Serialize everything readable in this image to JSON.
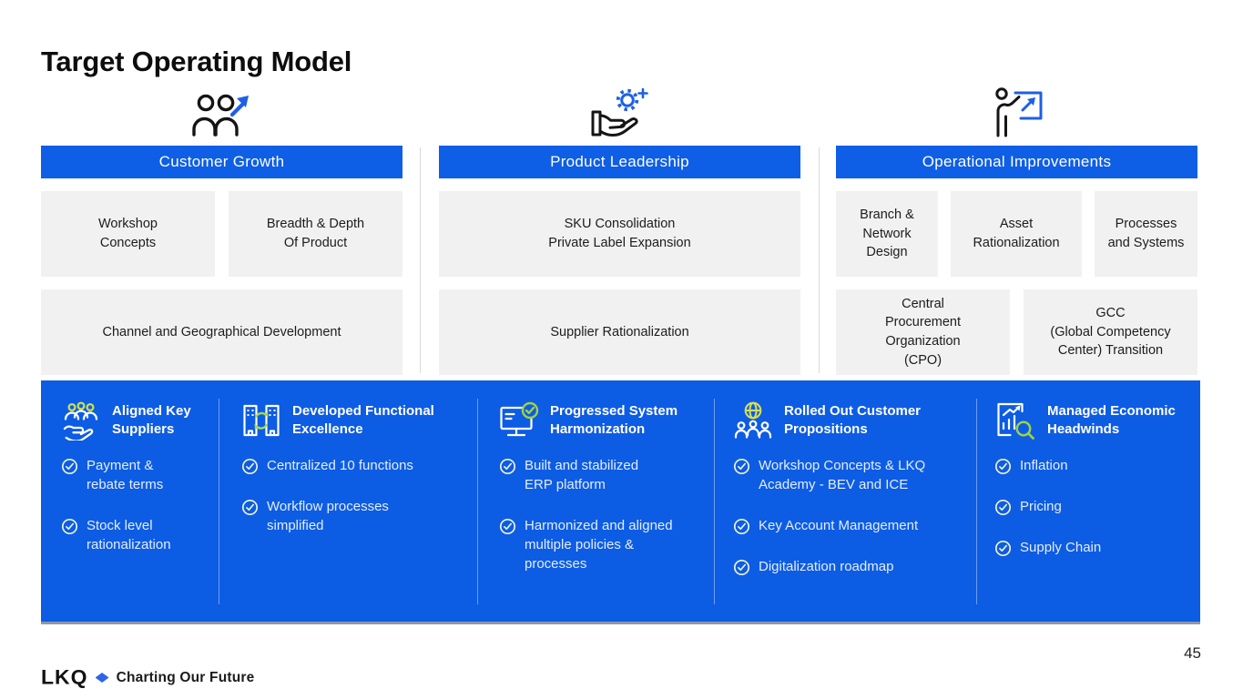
{
  "slide": {
    "title": "Target Operating Model",
    "page_number": "45"
  },
  "colors": {
    "banner_blue": "#0e5ee6",
    "panel_blue": "#0d5ce4",
    "lime_accent": "#c9e04f",
    "green_accent": "#9fd23f",
    "box_gray": "#f1f1f1",
    "logo_diamond_blue": "#2e64e8"
  },
  "icons": {
    "pillar_1": "people-growth-icon",
    "pillar_2": "hand-gear-icon",
    "pillar_3": "person-chart-icon",
    "ach_1": "suppliers-hand-icon",
    "ach_2": "buildings-sync-icon",
    "ach_3": "monitor-check-icon",
    "ach_4": "globe-people-icon",
    "ach_5": "chart-magnifier-icon",
    "list_bullet": "check-circle-icon"
  },
  "pillars": [
    {
      "header": "Customer Growth",
      "boxes": [
        "Workshop\nConcepts",
        "Breadth & Depth\nOf Product",
        "Channel and Geographical Development"
      ]
    },
    {
      "header": "Product Leadership",
      "boxes": [
        "SKU Consolidation\nPrivate Label Expansion",
        "Supplier Rationalization"
      ]
    },
    {
      "header": "Operational Improvements",
      "boxes": [
        "Branch &\nNetwork\nDesign",
        "Asset\nRationalization",
        "Processes\nand Systems",
        "Central\nProcurement\nOrganization\n(CPO)",
        "GCC\n(Global Competency\nCenter) Transition"
      ]
    }
  ],
  "achievements": [
    {
      "title": "Aligned Key\nSuppliers",
      "items": [
        "Payment &\nrebate terms",
        "Stock level\nrationalization"
      ]
    },
    {
      "title": "Developed Functional\nExcellence",
      "items": [
        "Centralized 10 functions",
        "Workflow processes\nsimplified"
      ]
    },
    {
      "title": "Progressed System\nHarmonization",
      "items": [
        "Built and stabilized\nERP platform",
        "Harmonized and aligned\nmultiple policies &\nprocesses"
      ]
    },
    {
      "title": "Rolled Out Customer\nPropositions",
      "items": [
        "Workshop Concepts & LKQ\nAcademy - BEV and ICE",
        "Key Account Management",
        "Digitalization roadmap"
      ]
    },
    {
      "title": "Managed Economic\nHeadwinds",
      "items": [
        "Inflation",
        "Pricing",
        "Supply Chain"
      ]
    }
  ],
  "footer": {
    "logo": "LKQ",
    "tagline": "Charting Our Future"
  }
}
